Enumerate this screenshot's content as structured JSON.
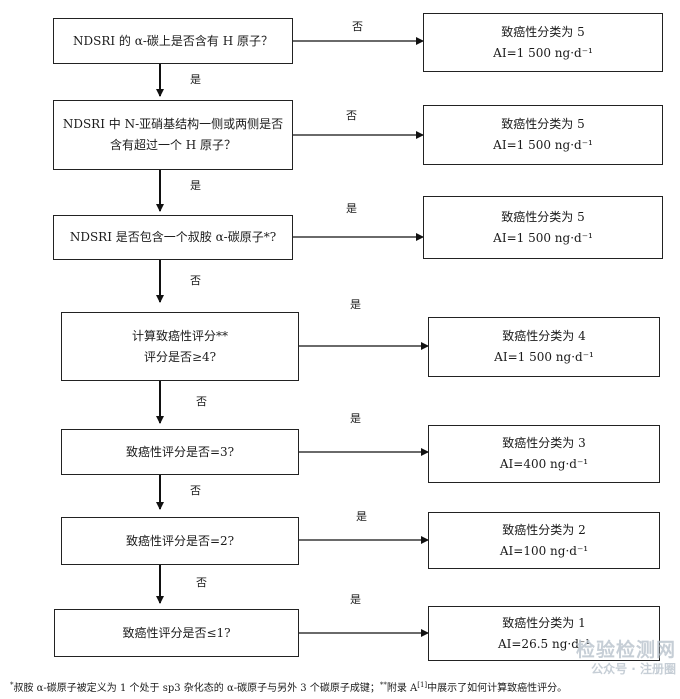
{
  "decisions": [
    {
      "lines": [
        "NDSRI 的 α-碳上是否含有 H 原子？"
      ]
    },
    {
      "lines": [
        "NDSRI 中 N-亚硝基结构一侧或两侧是否",
        "含有超过一个 H 原子？"
      ]
    },
    {
      "lines": [
        "NDSRI 是否包含一个叔胺 α-碳原子*?"
      ]
    },
    {
      "lines": [
        "计算致癌性评分**",
        "评分是否≥4?"
      ]
    },
    {
      "lines": [
        "致癌性评分是否=3?"
      ]
    },
    {
      "lines": [
        "致癌性评分是否=2?"
      ]
    },
    {
      "lines": [
        "致癌性评分是否≤1?"
      ]
    }
  ],
  "results": [
    {
      "lines": [
        "致癌性分类为 5",
        "AI=1 500 ng·d⁻¹"
      ]
    },
    {
      "lines": [
        "致癌性分类为 5",
        "AI=1 500 ng·d⁻¹"
      ]
    },
    {
      "lines": [
        "致癌性分类为 5",
        "AI=1 500 ng·d⁻¹"
      ]
    },
    {
      "lines": [
        "致癌性分类为 4",
        "AI=1 500 ng·d⁻¹"
      ]
    },
    {
      "lines": [
        "致癌性分类为 3",
        "AI=400 ng·d⁻¹"
      ]
    },
    {
      "lines": [
        "致癌性分类为 2",
        "AI=100 ng·d⁻¹"
      ]
    },
    {
      "lines": [
        "致癌性分类为 1",
        "AI=26.5 ng·d⁻¹"
      ]
    }
  ],
  "side_labels": [
    "否",
    "否",
    "是",
    "是",
    "是",
    "是",
    "是"
  ],
  "down_labels": [
    "是",
    "是",
    "否",
    "否",
    "否",
    "否"
  ],
  "footnote": {
    "mark1": "*",
    "text1": "叔胺 α-碳原子被定义为 1 个处于 sp3 杂化态的 α-碳原子与另外 3 个碳原子成键；",
    "mark2": "**",
    "text2a": "附录 A",
    "ref": "[1]",
    "text2b": "中展示了如何计算致癌性评分。"
  },
  "watermark": {
    "line1": "检验检测网",
    "line2": "公众号 · 注册圈"
  }
}
